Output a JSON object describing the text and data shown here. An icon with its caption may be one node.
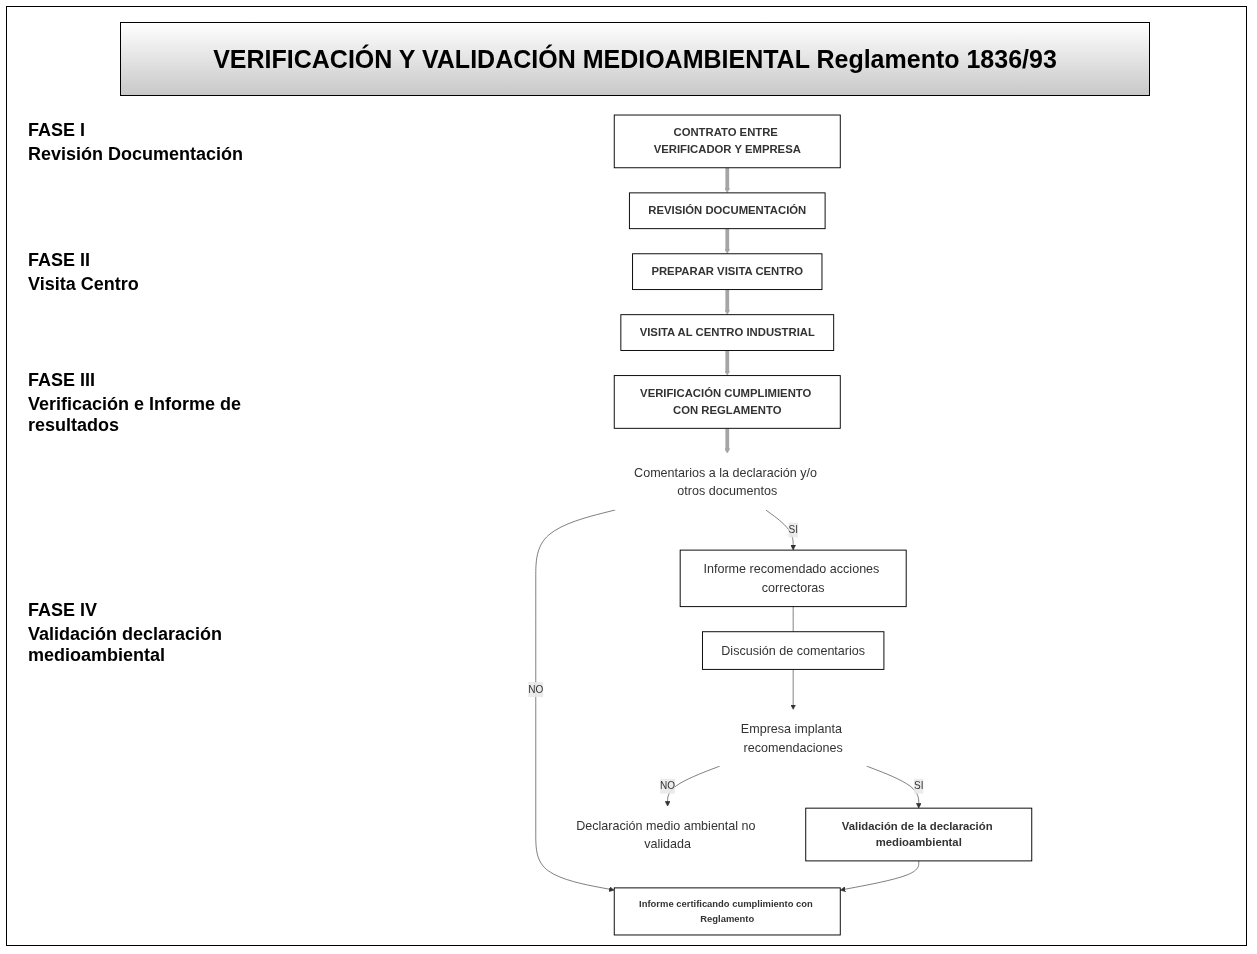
{
  "diagram": {
    "title": "VERIFICACIÓN Y VALIDACIÓN MEDIOAMBIENTAL Reglamento 1836/93",
    "nodes": [
      {
        "text": [
          "CONTRATO ENTRE VERIFICADOR Y EMPRESA"
        ]
      },
      {
        "text": [
          "REVISIÓN DOCUMENTACIÓN"
        ]
      },
      {
        "text": [
          "PREPARAR VISITA CENTRO"
        ]
      },
      {
        "text": [
          "VISITA AL CENTRO INDUSTRIAL"
        ]
      },
      {
        "text": [
          "VERIFICACIÓN CUMPLIMIENTO CON REGLAMENTO"
        ]
      },
      {
        "text": [
          "Comentarios a la declaración y/o otros documentos"
        ]
      },
      {
        "text": [
          "Informe certificando cumplimiento con Reglamento"
        ]
      },
      {
        "text": [
          "Informe recomendado acciones correctoras"
        ]
      },
      {
        "text": [
          "Discusión de comentarios"
        ]
      },
      {
        "text": [
          "Empresa implanta recomendaciones"
        ]
      },
      {
        "text": [
          "Declaración medio ambiental no validada"
        ]
      },
      {
        "text": [
          "Validación de la declaración medioambiental"
        ]
      }
    ],
    "edges": [
      {
        "from": 0,
        "to": 1,
        "arrow": "to",
        "style": "thick",
        "color": "#a6a6a6"
      },
      {
        "from": 1,
        "to": 2,
        "arrow": "to",
        "style": "thick",
        "color": "#a6a6a6"
      },
      {
        "from": 2,
        "to": 3,
        "arrow": "to",
        "style": "thick",
        "color": "#a6a6a6"
      },
      {
        "from": 3,
        "to": 4,
        "arrow": "to",
        "style": "thick",
        "color": "#a6a6a6"
      },
      {
        "from": 4,
        "to": 5,
        "arrow": "to",
        "style": "thick",
        "color": "#a6a6a6"
      },
      {
        "from": 5,
        "to": 6,
        "arrow": "to",
        "label": "NO"
      },
      {
        "from": 5,
        "to": 7,
        "arrow": "to",
        "label": "SI"
      },
      {
        "from": 7,
        "to": 8,
        "arrow": "none"
      },
      {
        "from": 8,
        "to": 9,
        "arrow": "to"
      },
      {
        "from": 9,
        "to": 10,
        "arrow": "to",
        "label": "NO"
      },
      {
        "from": 9,
        "to": 11,
        "arrow": "to",
        "label": "SI"
      },
      {
        "from": 11,
        "to": 6,
        "arrow": "to"
      }
    ],
    "labels": [
      "FASE I",
      "Revisión Documentación",
      "FASE II",
      "Visita Centro",
      "FASE III",
      "Verificación e Informe de resultados",
      "FASE IV",
      "Validación declaración medioambiental"
    ]
  }
}
